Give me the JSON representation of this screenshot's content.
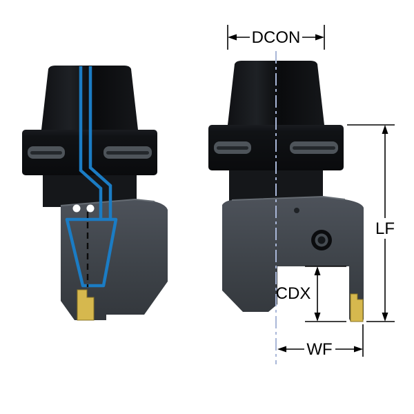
{
  "diagram": {
    "labels": {
      "dcon": "DCON",
      "lf": "LF",
      "cdx": "CDX",
      "wf": "WF"
    },
    "colors": {
      "background": "#ffffff",
      "coolant_blue": "#1b7cc4",
      "insert_gold": "#d6b84e",
      "centerline_blue": "#a9b7d8",
      "dimension_black": "#000000",
      "body_dark": "#0d0e11",
      "head_gray": "#3f444a"
    }
  }
}
